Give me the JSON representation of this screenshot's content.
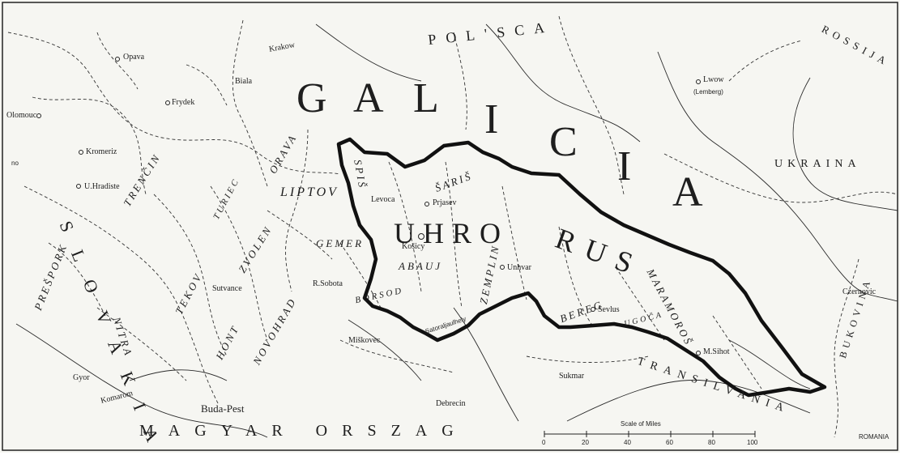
{
  "colors": {
    "ink": "#1e1e1e",
    "border": "#111111",
    "paper": "#f6f6f2"
  },
  "countries": {
    "galicia": [
      "G",
      "A",
      "L",
      "I",
      "C",
      "I",
      "A"
    ],
    "polsca": "POL'SCA",
    "ukraina": "UKRAINA",
    "rossija": "ROSSIJA",
    "magyar_orszag": "MAGYAR ORSZAG",
    "transilvania": "TRANSILVANIA",
    "bukovina": "BUKOVINA",
    "romania": "ROMANIA",
    "slovakia": "SLOVAKIA"
  },
  "uhro_rus": {
    "uhro": "UHRO",
    "rus": "RUS",
    "maramorosh": "MARAMOROŠ",
    "bereg": "BEREG",
    "ugoča": "UGOČA",
    "zemplin": "ZEMPLIN",
    "šariš": "ŠARIŠ",
    "spiš": "SPIŠ",
    "abauj": "ABAUJ",
    "borsod": "BORSOD"
  },
  "regions": {
    "orava": "ORAVA",
    "liptov": "LIPTOV",
    "trenčin": "TRENČIN",
    "turiec": "TURIEC",
    "gemer": "GEMER",
    "zvolen": "ZVOLEN",
    "tekov": "TEKOV",
    "hont": "HONT",
    "novohrad": "NOVOHRAD",
    "nitra": "NITRA",
    "prešpork": "PREŠPORK"
  },
  "cities": {
    "opava": "Opava",
    "krakow": "Krakow",
    "biala": "Biala",
    "frydek": "Frydek",
    "olomouc": "Olomouc",
    "kromeriz": "Kromeriz",
    "u_hradiste": "U.Hradiste",
    "lwow": "Lwow",
    "lemberg": "(Lemberg)",
    "levoca": "Levoca",
    "prjasev": "Prjasev",
    "košicy": "Košicy",
    "unhvar": "Unhvar",
    "sevlus": "Sevlus",
    "m_sihot": "M.Sihot",
    "czernovic": "Czernovic",
    "r_sobota": "R.Sobota",
    "sutvance": "Sutvance",
    "miškovec": "Miškovec",
    "satorulhely": "Satoraljaulhely",
    "sukmar": "Sukmar",
    "debrecin": "Debrecin",
    "gyor": "Gyor",
    "komarom": "Komarom",
    "buda_pest": "Buda-Pest"
  },
  "scale": {
    "title": "Scale of Miles",
    "ticks": [
      "0",
      "20",
      "40",
      "60",
      "80",
      "100"
    ]
  },
  "misc": {
    "edge_fragment": "no"
  }
}
